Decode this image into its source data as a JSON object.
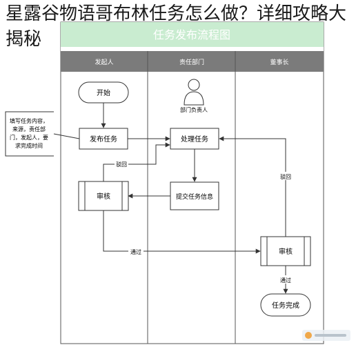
{
  "article": {
    "title_line1": "星露谷物语哥布林任务怎么做？详细攻略大",
    "title_line2": "揭秘"
  },
  "diagram": {
    "title": "任务发布流程图",
    "lanes": [
      "发起人",
      "责任部门",
      "董事长"
    ],
    "nodes": {
      "start": "开始",
      "publish": "发布任务",
      "process": "处理任务",
      "submit": "提交任务信息",
      "review1": "审核",
      "review2": "审核",
      "done": "任务完成",
      "person_label": "部门负责人"
    },
    "edges": {
      "reject1": "驳回",
      "reject2": "驳回",
      "pass1": "通过",
      "pass2": "通过"
    },
    "note_lines": [
      "填写任务内容，",
      "来源，责任部",
      "门，发起人，要",
      "求完成时间"
    ]
  },
  "colors": {
    "title_bar": "#c9ecd0",
    "title_text": "#ffffff",
    "lane_header": "#7b7b7b",
    "lane_header_text": "#ffffff",
    "stroke": "#444444",
    "lane_bg": "#ffffff"
  }
}
